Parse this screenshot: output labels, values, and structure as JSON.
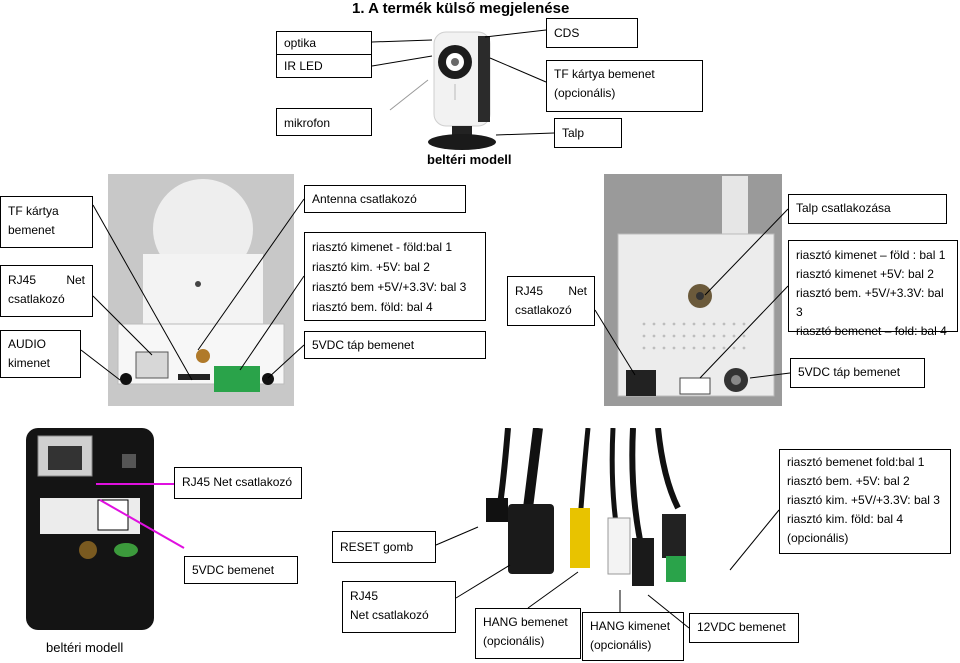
{
  "title": "1. A termék külső megjelenése",
  "top": {
    "labels": {
      "optika": "optika",
      "ir_led": "IR LED",
      "mikrofon": "mikrofon",
      "cds": "CDS",
      "tf_line1": "TF kártya bemenet",
      "tf_line2": "(opcionális)",
      "talp": "Talp"
    },
    "caption": "beltéri modell"
  },
  "left_panel": {
    "tf_line1": "TF kártya",
    "tf_line2": "bemenet",
    "rj45_a": "RJ45",
    "rj45_b": "Net",
    "rj45_c": "csatlakozó",
    "audio_line1": "AUDIO",
    "audio_line2": "kimenet",
    "antenna": "Antenna csatlakozó",
    "alarm": [
      "riasztó kimenet - föld:bal 1",
      "riasztó kim. +5V: bal 2",
      "riasztó bem +5V/+3.3V: bal 3",
      "riasztó bem. föld: bal 4"
    ],
    "power": "5VDC táp bemenet"
  },
  "right_panel": {
    "rj45_a": "RJ45",
    "rj45_b": "Net",
    "rj45_c": "csatlakozó",
    "talp": "Talp csatlakozása",
    "alarm": [
      "riasztó kimenet – föld : bal 1",
      "riasztó kimenet +5V: bal 2",
      "riasztó bem. +5V/+3.3V: bal 3",
      "riasztó bemenet – fold: bal 4"
    ],
    "power": "5VDC táp bemenet"
  },
  "bottom_left": {
    "rj45": "RJ45 Net csatlakozó",
    "power": "5VDC bemenet",
    "caption": "beltéri modell"
  },
  "bottom_right": {
    "alarm": [
      "riasztó bemenet fold:bal 1",
      "riasztó bem. +5V: bal 2",
      "riasztó kim. +5V/+3.3V: bal 3",
      "riasztó kim. föld: bal 4",
      "(opcionális)"
    ],
    "reset": "RESET gomb",
    "rj45_line1": "RJ45",
    "rj45_line2": "Net csatlakozó",
    "hang_be_1": "HANG bemenet",
    "hang_be_2": "(opcionális)",
    "hang_ki_1": "HANG kimenet",
    "hang_ki_2": "(opcionális)",
    "v12": "12VDC bemenet"
  }
}
